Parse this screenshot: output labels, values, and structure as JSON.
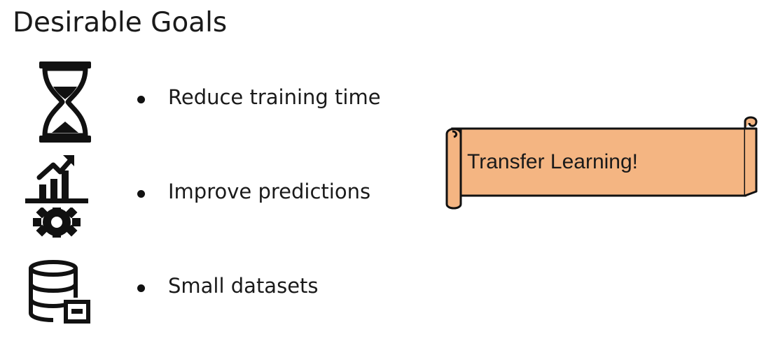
{
  "page": {
    "title": "Desirable Goals"
  },
  "goals": [
    {
      "label": "Reduce training time",
      "icon": "hourglass-icon"
    },
    {
      "label": "Improve predictions",
      "icon": "growth-gear-icon"
    },
    {
      "label": "Small datasets",
      "icon": "database-icon"
    }
  ],
  "banner": {
    "text": "Transfer Learning!",
    "fill_color": "#f4b582",
    "stroke_color": "#111111"
  }
}
